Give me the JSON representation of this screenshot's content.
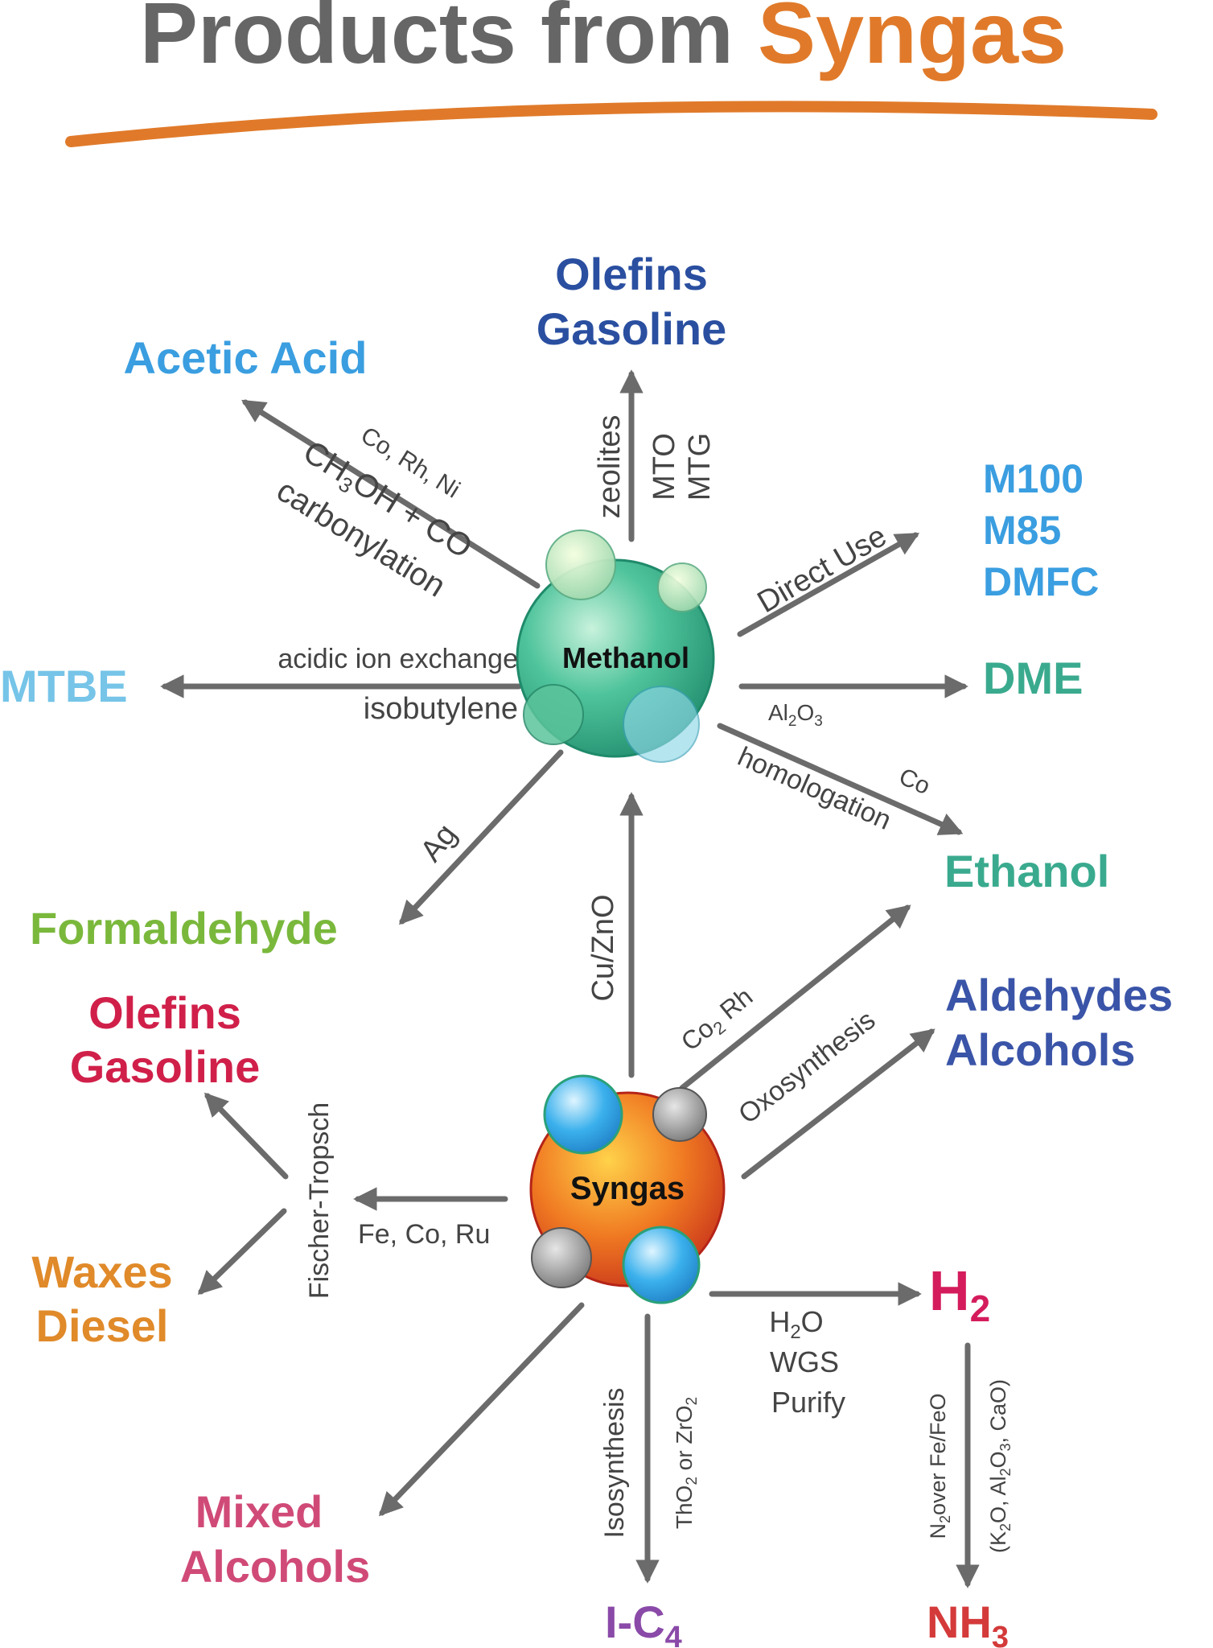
{
  "title": {
    "part1": "Products from ",
    "part2": "Syngas"
  },
  "colors": {
    "title_gray": "#666666",
    "title_orange": "#e07a2a",
    "arrow": "#6b6b6b",
    "label": "#444444",
    "dark_blue": "#2a4fa0",
    "light_blue": "#3a9ee0",
    "sky_blue": "#76c4e8",
    "teal": "#3aaa8e",
    "green": "#7ab83c",
    "crimson": "#d0204a",
    "orange": "#e08a2a",
    "pink": "#d04a78",
    "purple": "#8a4aa8",
    "red": "#d43a3a",
    "indigo": "#3a54a8",
    "magenta": "#d41c5c"
  },
  "nodes": {
    "methanol": "Methanol",
    "syngas": "Syngas"
  },
  "products": {
    "olefins_top_1": "Olefins",
    "olefins_top_2": "Gasoline",
    "acetic_acid": "Acetic Acid",
    "m100": "M100",
    "m85": "M85",
    "dmfc": "DMFC",
    "mtbe": "MTBE",
    "dme": "DME",
    "ethanol": "Ethanol",
    "formaldehyde": "Formaldehyde",
    "olefins_left_1": "Olefins",
    "olefins_left_2": "Gasoline",
    "aldehydes": "Aldehydes",
    "alcohols": "Alcohols",
    "waxes": "Waxes",
    "diesel": "Diesel",
    "h2_main": "H",
    "h2_sub": "2",
    "mixed_1": "Mixed",
    "mixed_2": "Alcohols",
    "ic4_main": "I-C",
    "ic4_sub": "4",
    "nh3_main": "NH",
    "nh3_sub": "3"
  },
  "labels": {
    "zeolites": "zeolites",
    "mto": "MTO",
    "mtg": "MTG",
    "co_rh_ni": "Co, Rh, Ni",
    "ch3oh_a": "CH",
    "ch3oh_sub": "3",
    "ch3oh_b": "OH + CO",
    "carbonylation": "carbonylation",
    "direct_use": "Direct Use",
    "acidic": "acidic ion exchange",
    "isobutylene": "isobutylene",
    "al2o3_a": "Al",
    "al2o3_sub1": "2",
    "al2o3_b": "O",
    "al2o3_sub2": "3",
    "homologation": "homologation",
    "co": "Co",
    "ag": "Ag",
    "cuzno": "Cu/ZnO",
    "co2rh_a": "Co",
    "co2rh_sub": "2",
    "co2rh_b": " Rh",
    "oxosynthesis": "Oxosynthesis",
    "fischer": "Fischer-Tropsch",
    "fecoru": "Fe, Co, Ru",
    "h2o_a": "H",
    "h2o_sub": "2",
    "h2o_b": "O",
    "wgs": "WGS",
    "purify": "Purify",
    "isosynthesis": "Isosynthesis",
    "tho2_a": "ThO",
    "tho2_sub1": "2",
    "tho2_b": " or ZrO",
    "tho2_sub2": "2",
    "n2_a": "N",
    "n2_sub": "2",
    "n2_b": "over Fe/FeO",
    "k2o_a": "(K",
    "k2o_sub1": "2",
    "k2o_b": "O, Al",
    "k2o_sub2": "2",
    "k2o_c": "O",
    "k2o_sub3": "3",
    "k2o_d": ", CaO)"
  }
}
